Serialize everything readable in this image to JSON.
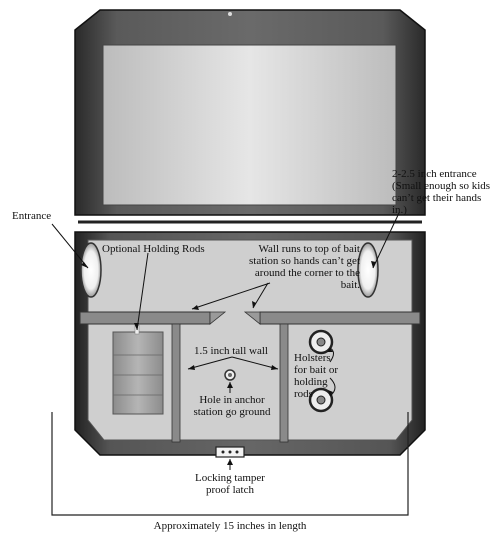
{
  "labels": {
    "entrance": "Entrance",
    "entrance_size": "2-2.5 inch entrance (Small enough so kids can’t get their hands in.)",
    "holding_rods": "Optional Holding Rods",
    "wall_note": "Wall runs to top of bait station so hands can’t get around the corner to the bait.",
    "tall_wall": "1.5 inch tall wall",
    "holsters": "Holsters for bait or holding rods",
    "anchor_hole": "Hole in anchor station go ground",
    "latch": "Locking tamper proof latch",
    "length": "Approximately 15 inches in length"
  },
  "colors": {
    "shell_dark": "#3a3a3a",
    "lid_panel": "#d9d9d9",
    "interior": "#cfcfcf",
    "wall": "#8a8a8a",
    "bait_block": "#a0a0a0"
  },
  "icons": {
    "latch": "three-dot-latch-icon",
    "holster": "ring-icon",
    "anchor_hole": "ring-icon"
  }
}
